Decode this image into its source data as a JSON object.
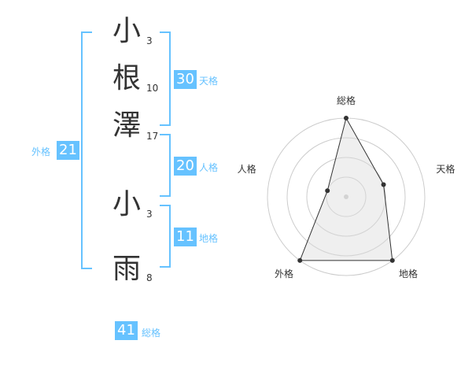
{
  "accent_color": "#66c2ff",
  "name_chars": [
    {
      "char": "小",
      "strokes": "3"
    },
    {
      "char": "根",
      "strokes": "10"
    },
    {
      "char": "澤",
      "strokes": "17"
    },
    {
      "char": "小",
      "strokes": "3"
    },
    {
      "char": "雨",
      "strokes": "8"
    }
  ],
  "kaku": {
    "tenkaku": {
      "value": "30",
      "label": "天格"
    },
    "jinkaku": {
      "value": "20",
      "label": "人格"
    },
    "chikaku": {
      "value": "11",
      "label": "地格"
    },
    "gaikaku": {
      "value": "21",
      "label": "外格"
    },
    "soukaku": {
      "value": "41",
      "label": "総格"
    }
  },
  "chart_data": {
    "type": "radar",
    "axes": [
      "総格",
      "天格",
      "地格",
      "外格",
      "人格"
    ],
    "values": [
      4,
      2,
      4,
      4,
      1
    ],
    "max": 4,
    "rings": 4
  }
}
